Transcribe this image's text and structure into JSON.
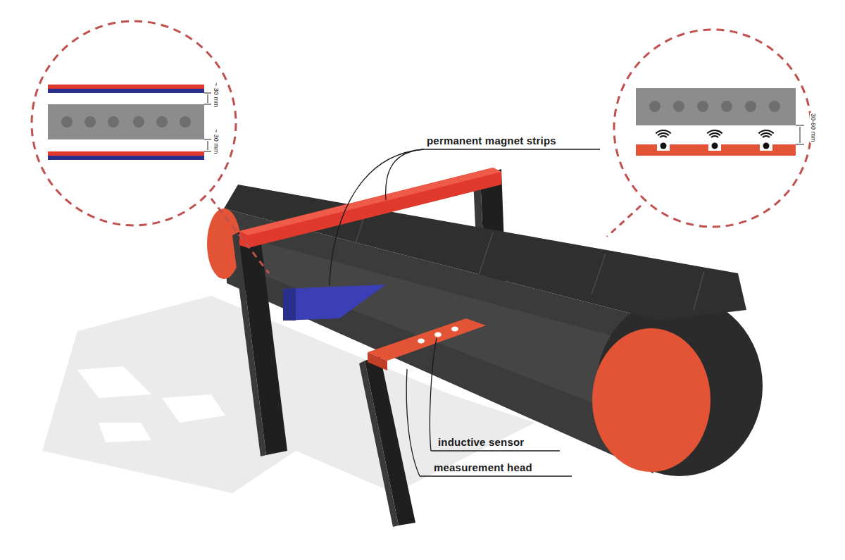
{
  "diagram": {
    "labels": [
      "permanent magnet strips",
      "inductive sensor",
      "measurement head",
      "~ 30 mm",
      "~ 30 mm",
      "30-60 mm"
    ]
  }
}
